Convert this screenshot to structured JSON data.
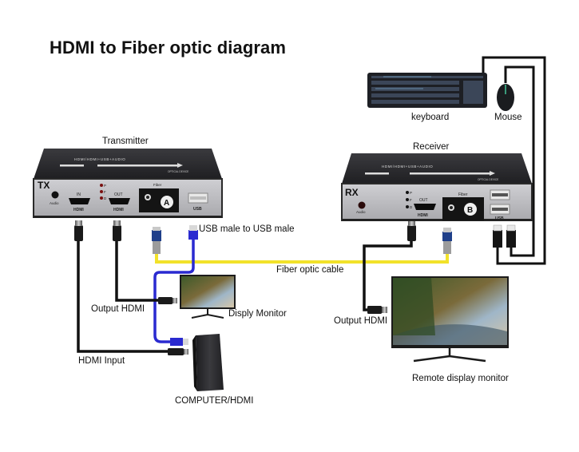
{
  "title": "HDMI to Fiber optic diagram",
  "devices": {
    "transmitter": {
      "label": "Transmitter",
      "badge": "TX",
      "top_print": "HDMI/HDMI+USB+AUDIO",
      "brand_print": "OPTICAL DEVICE",
      "ports": {
        "audio": "Audio",
        "hdmi_in_top": "IN",
        "hdmi_in_bottom": "HDMI",
        "hdmi_out_top": "OUT",
        "hdmi_out_bottom": "HDMI",
        "fiber": "Fiber",
        "fiber_letter": "A",
        "usb": "USB"
      },
      "leds": [
        "P",
        "F",
        "D"
      ]
    },
    "receiver": {
      "label": "Receiver",
      "badge": "RX",
      "top_print": "HDMI/HDMI+USB+AUDIO",
      "brand_print": "OPTICAL DEVICE",
      "ports": {
        "audio": "Audio",
        "hdmi_out_top": "OUT",
        "hdmi_out_bottom": "HDMI",
        "fiber": "Fiber",
        "fiber_letter": "B",
        "usb": "USB"
      },
      "leds": [
        "P",
        "F",
        "D"
      ]
    }
  },
  "peripherals": {
    "keyboard": "keyboard",
    "mouse": "Mouse",
    "display_monitor": "Disply Monitor",
    "computer": "COMPUTER/HDMI",
    "remote_monitor": "Remote display monitor"
  },
  "cables": {
    "usb": "USB male to USB male",
    "fiber": "Fiber optic cable",
    "tx_output_hdmi": "Output HDMI",
    "hdmi_input": "HDMI Input",
    "rx_output_hdmi": "Output HDMI"
  },
  "colors": {
    "fiber_cable": "#f2e22a",
    "usb_cable": "#2a2ad0",
    "hdmi_cable": "#111111",
    "device_body": "#2b2b2e",
    "device_panel": "#b9b9bd"
  }
}
